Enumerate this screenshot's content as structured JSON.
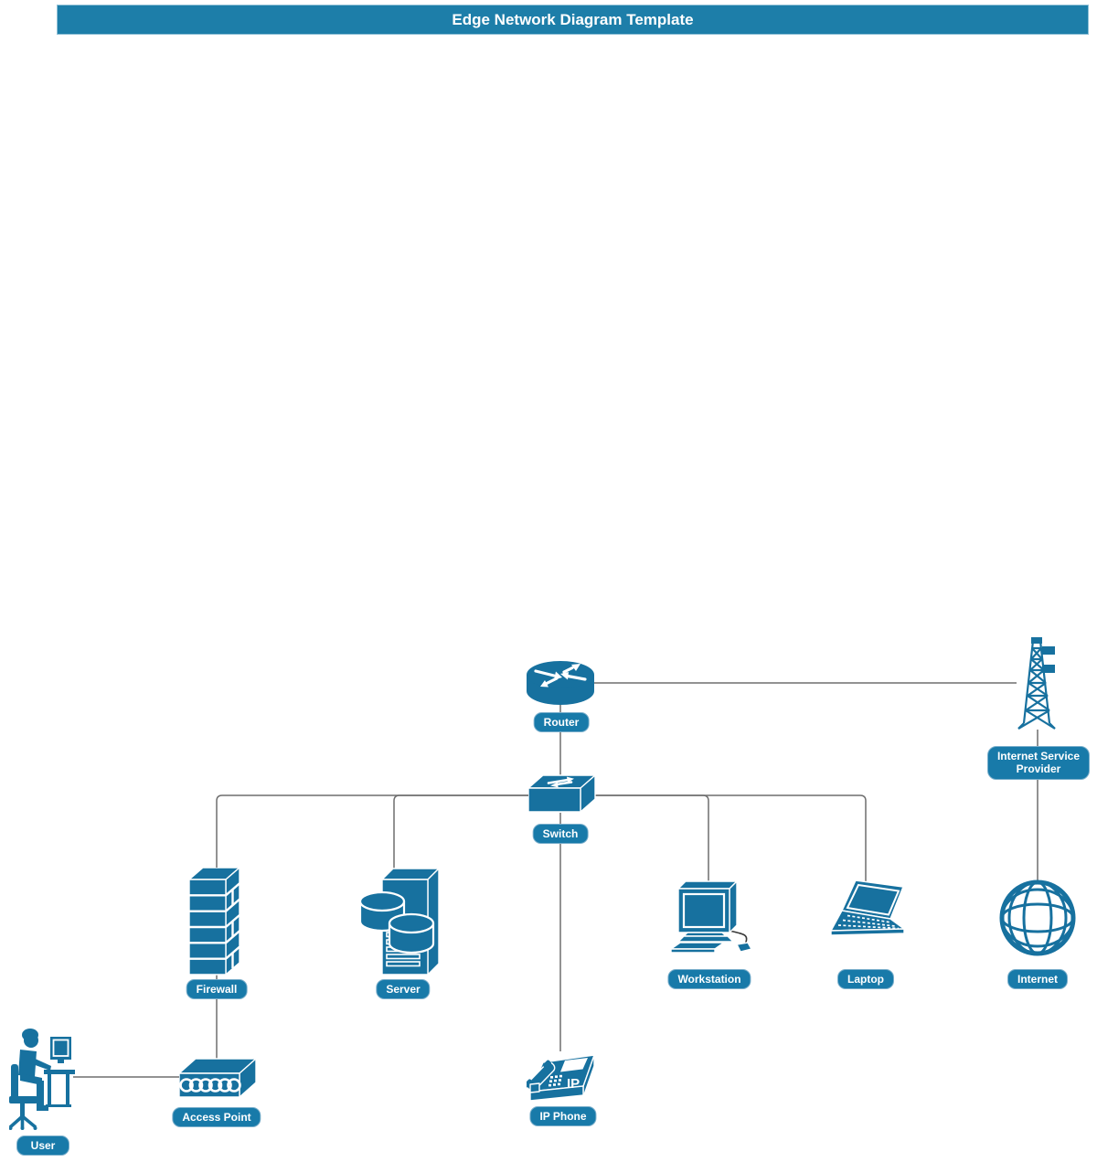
{
  "title": "Edge Network Diagram Template",
  "colors": {
    "primary": "#17719f",
    "header": "#1d7ea9",
    "label": "#187aa9",
    "connector": "#6e6e6e",
    "canvas": "#ffffff"
  },
  "nodes": {
    "router": {
      "label": "Router"
    },
    "isp": {
      "label": "Internet Service Provider"
    },
    "switch": {
      "label": "Switch"
    },
    "firewall": {
      "label": "Firewall"
    },
    "server": {
      "label": "Server"
    },
    "workstation": {
      "label": "Workstation"
    },
    "laptop": {
      "label": "Laptop"
    },
    "internet": {
      "label": "Internet"
    },
    "access_point": {
      "label": "Access Point"
    },
    "ip_phone": {
      "label": "IP Phone",
      "icon_text": "IP"
    },
    "user": {
      "label": "User"
    }
  },
  "connections": [
    {
      "from": "Router",
      "to": "Internet Service Provider"
    },
    {
      "from": "Router",
      "to": "Switch"
    },
    {
      "from": "Switch",
      "to": "Firewall"
    },
    {
      "from": "Switch",
      "to": "Server"
    },
    {
      "from": "Switch",
      "to": "Workstation"
    },
    {
      "from": "Switch",
      "to": "Laptop"
    },
    {
      "from": "Switch",
      "to": "IP Phone"
    },
    {
      "from": "Internet Service Provider",
      "to": "Internet"
    },
    {
      "from": "Firewall",
      "to": "Access Point"
    },
    {
      "from": "Access Point",
      "to": "User"
    }
  ]
}
